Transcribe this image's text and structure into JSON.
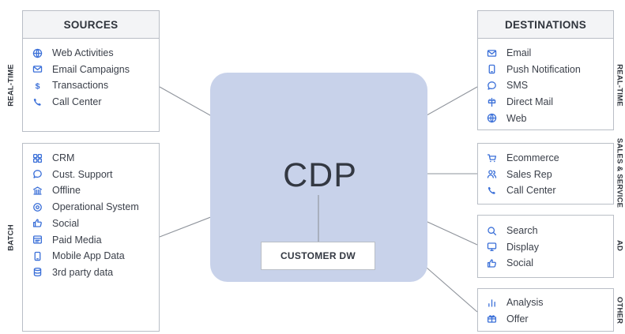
{
  "center": {
    "title": "CDP",
    "warehouse": "CUSTOMER DW"
  },
  "sources": {
    "header": "SOURCES",
    "realtime": {
      "label": "REAL-TIME",
      "items": [
        {
          "label": "Web Activities",
          "icon": "globe-icon"
        },
        {
          "label": "Email Campaigns",
          "icon": "mail-icon"
        },
        {
          "label": "Transactions",
          "icon": "dollar-icon"
        },
        {
          "label": "Call Center",
          "icon": "phone-icon"
        }
      ]
    },
    "batch": {
      "label": "BATCH",
      "items": [
        {
          "label": "CRM",
          "icon": "grid-icon"
        },
        {
          "label": "Cust. Support",
          "icon": "chat-icon"
        },
        {
          "label": "Offline",
          "icon": "bank-icon"
        },
        {
          "label": "Operational System",
          "icon": "gear-icon"
        },
        {
          "label": "Social",
          "icon": "thumbs-up-icon"
        },
        {
          "label": "Paid Media",
          "icon": "media-icon"
        },
        {
          "label": "Mobile App Data",
          "icon": "mobile-icon"
        },
        {
          "label": "3rd party data",
          "icon": "database-icon"
        }
      ]
    }
  },
  "destinations": {
    "header": "DESTINATIONS",
    "realtime": {
      "label": "REAL-TIME",
      "items": [
        {
          "label": "Email",
          "icon": "mail-icon"
        },
        {
          "label": "Push Notification",
          "icon": "mobile-icon"
        },
        {
          "label": "SMS",
          "icon": "chat-icon"
        },
        {
          "label": "Direct Mail",
          "icon": "mailbox-icon"
        },
        {
          "label": "Web",
          "icon": "globe-icon"
        }
      ]
    },
    "sales": {
      "label": "SALES & SERVICE",
      "items": [
        {
          "label": "Ecommerce",
          "icon": "cart-icon"
        },
        {
          "label": "Sales Rep",
          "icon": "people-icon"
        },
        {
          "label": "Call Center",
          "icon": "phone-icon"
        }
      ]
    },
    "ad": {
      "label": "AD",
      "items": [
        {
          "label": "Search",
          "icon": "search-icon"
        },
        {
          "label": "Display",
          "icon": "monitor-icon"
        },
        {
          "label": "Social",
          "icon": "thumbs-up-icon"
        }
      ]
    },
    "other": {
      "label": "OTHER",
      "items": [
        {
          "label": "Analysis",
          "icon": "bar-chart-icon"
        },
        {
          "label": "Offer",
          "icon": "gift-icon"
        }
      ]
    }
  },
  "colors": {
    "icon": "#3a6fd8",
    "cdp_background": "#c8d2ea",
    "border": "#b9bec6",
    "line": "#8e939b"
  }
}
